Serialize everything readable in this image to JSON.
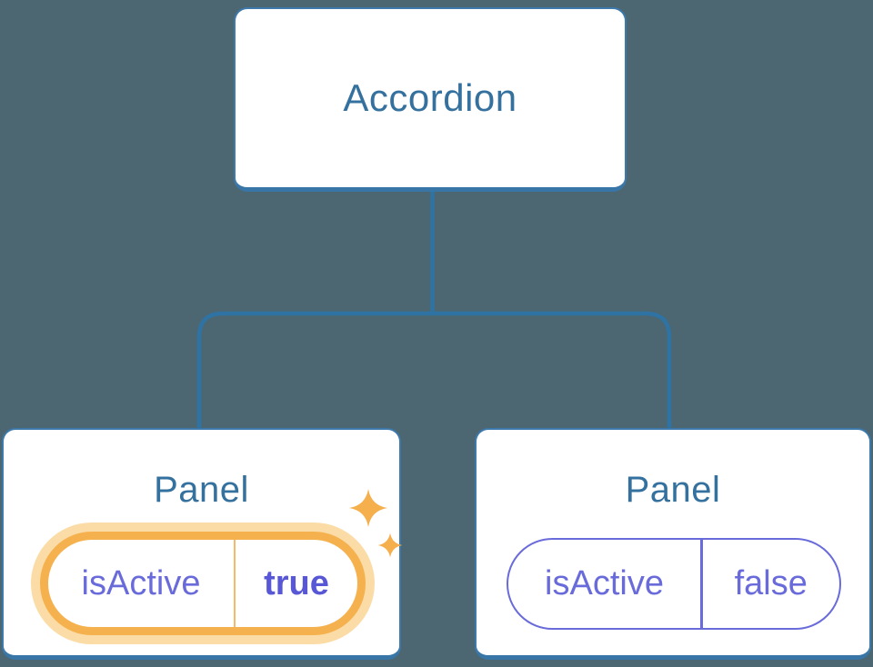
{
  "tree": {
    "root": {
      "label": "Accordion"
    },
    "children": [
      {
        "label": "Panel",
        "prop_name": "isActive",
        "prop_value": "true",
        "active": true,
        "highlight_icon": "sparkles-icon"
      },
      {
        "label": "Panel",
        "prop_name": "isActive",
        "prop_value": "false",
        "active": false
      }
    ]
  },
  "colors": {
    "background": "#4C6771",
    "connector_line": "#2E73A4",
    "card_border": "#3D79AB",
    "card_border_bottom": "#3876A8",
    "card_background": "#FFFFFF",
    "node_label_blue": "#35719E",
    "prop_purple": "#6A6BDB",
    "prop_value_bold_purple": "#5857D6",
    "highlight_orange": "#F6B14F",
    "highlight_glow": "#FBDCA6",
    "sparkle_orange": "#F5AF4D"
  }
}
